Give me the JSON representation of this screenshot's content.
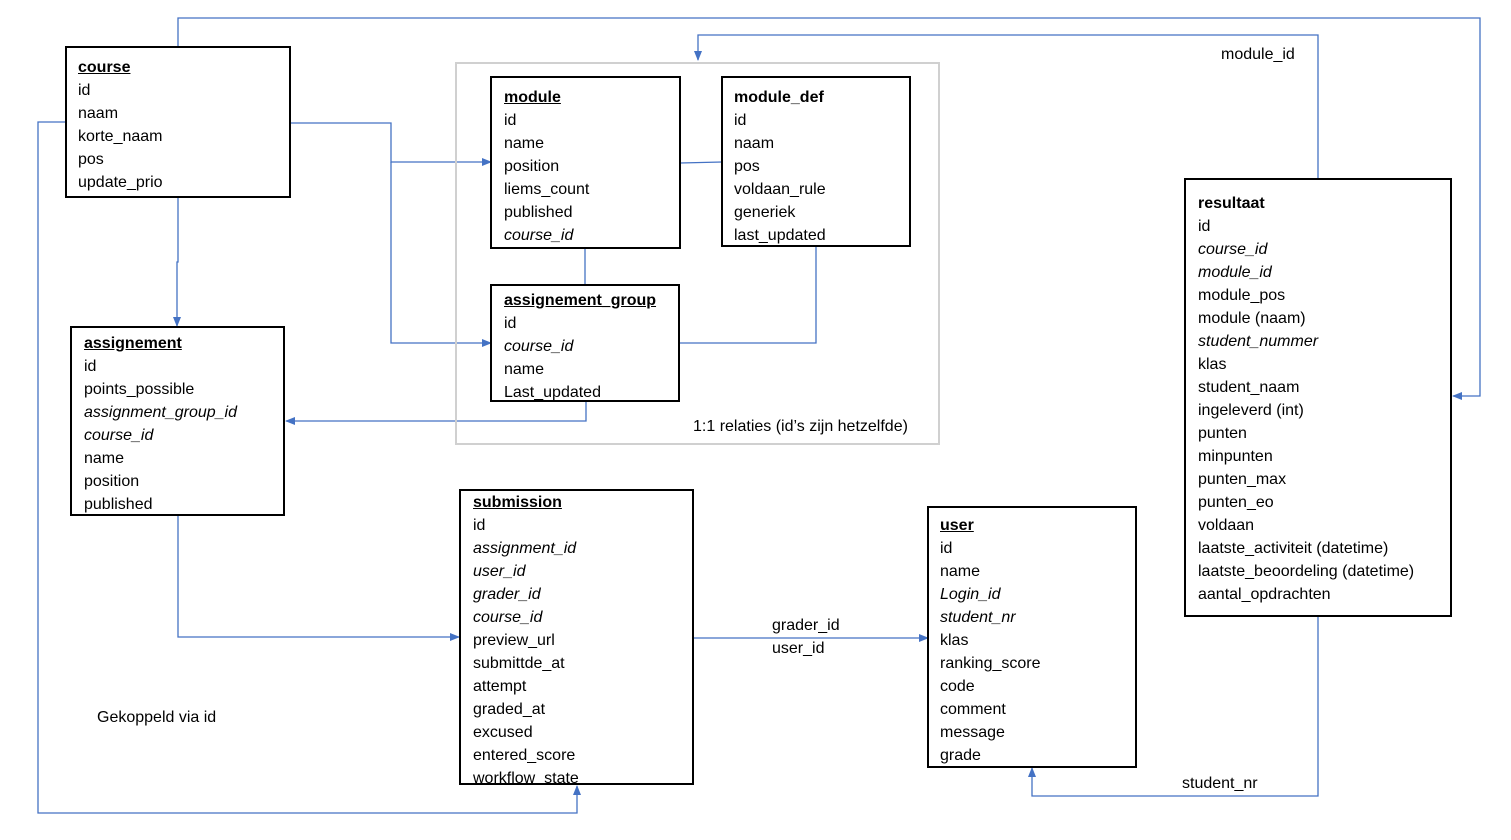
{
  "colors": {
    "connector": "#4472c4",
    "border": "#000000",
    "frame": "#d0d0d0"
  },
  "entities": {
    "course": {
      "title": "course",
      "fields": [
        "id",
        "naam",
        "korte_naam",
        "pos",
        "update_prio"
      ]
    },
    "module": {
      "title": "module",
      "fields": [
        "id",
        "name",
        "position",
        "liems_count",
        "published",
        "course_id"
      ]
    },
    "module_def": {
      "title": "module_def",
      "fields": [
        "id",
        "naam",
        "pos",
        "voldaan_rule",
        "generiek",
        "last_updated"
      ]
    },
    "assignement_group": {
      "title": "assignement_group",
      "fields": [
        "id",
        "course_id",
        "name",
        "Last_updated"
      ]
    },
    "assignement": {
      "title": "assignement",
      "fields": [
        "id",
        "points_possible",
        "assignment_group_id",
        "course_id",
        "name",
        "position",
        "published"
      ]
    },
    "submission": {
      "title": "submission",
      "fields": [
        "id",
        "assignment_id",
        "user_id",
        "grader_id",
        "course_id",
        "preview_url",
        "submittde_at",
        "attempt",
        "graded_at",
        "excused",
        "entered_score",
        "workflow_state"
      ]
    },
    "user": {
      "title": "user",
      "fields": [
        "id",
        "name",
        "Login_id",
        "student_nr",
        "klas",
        "ranking_score",
        "code",
        "comment",
        "message",
        "grade"
      ]
    },
    "resultaat": {
      "title": "resultaat",
      "fields": [
        "id",
        "course_id",
        "module_id",
        "module_pos",
        "module (naam)",
        "student_nummer",
        "klas",
        "student_naam",
        "ingeleverd (int)",
        "punten",
        "minpunten",
        "punten_max",
        "punten_eo",
        "voldaan",
        "laatste_activiteit (datetime)",
        "laatste_beoordeling (datetime)",
        "aantal_opdrachten"
      ]
    }
  },
  "labels": {
    "module_id": "module_id",
    "grader_id": "grader_id",
    "user_id": "user_id",
    "student_nr": "student_nr",
    "one_to_one": "1:1 relaties (id’s zijn hetzelfde)",
    "gekoppeld": "Gekoppeld via id"
  }
}
